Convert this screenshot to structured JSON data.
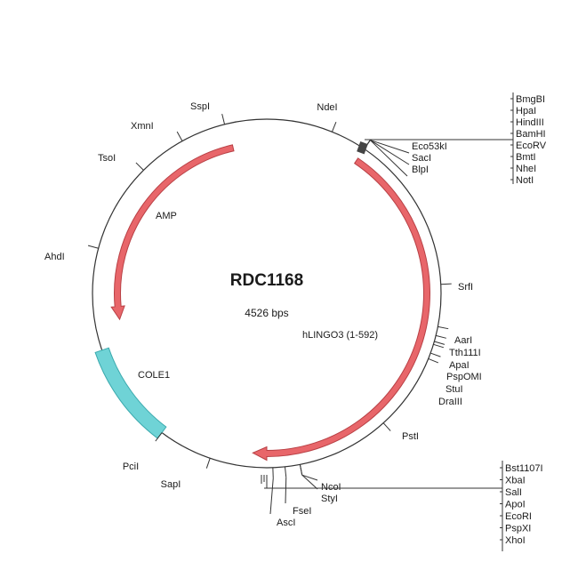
{
  "plasmid": {
    "name": "RDC1168",
    "size_label": "4526 bps"
  },
  "features": [
    {
      "label": "AMP",
      "color": "#e8666a",
      "stroke": "#b84045",
      "type": "arrow"
    },
    {
      "label": "hLINGO3 (1-592)",
      "color": "#e8666a",
      "stroke": "#b84045",
      "type": "arrow"
    },
    {
      "label": "COLE1",
      "color": "#6fd3d6",
      "stroke": "#3aa9ad",
      "type": "block"
    }
  ],
  "sites": [
    {
      "label": "NdeI"
    },
    {
      "label": "Eco53kI"
    },
    {
      "label": "SacI"
    },
    {
      "label": "BlpI"
    },
    {
      "label": "SrfI"
    },
    {
      "label": "AarI"
    },
    {
      "label": "Tth111I"
    },
    {
      "label": "ApaI"
    },
    {
      "label": "PspOMI"
    },
    {
      "label": "StuI"
    },
    {
      "label": "DraIII"
    },
    {
      "label": "PstI"
    },
    {
      "label": "NcoI"
    },
    {
      "label": "StyI"
    },
    {
      "label": "FseI"
    },
    {
      "label": "AscI"
    },
    {
      "label": "SapI"
    },
    {
      "label": "PciI"
    },
    {
      "label": "AhdI"
    },
    {
      "label": "TsoI"
    },
    {
      "label": "XmnI"
    },
    {
      "label": "SspI"
    }
  ],
  "mcs_top": [
    "BmgBI",
    "HpaI",
    "HindIII",
    "BamHI",
    "EcoRV",
    "BmtI",
    "NheI",
    "NotI"
  ],
  "mcs_bottom": [
    "Bst1107I",
    "XbaI",
    "SalI",
    "ApoI",
    "EcoRI",
    "PspXI",
    "XhoI"
  ]
}
